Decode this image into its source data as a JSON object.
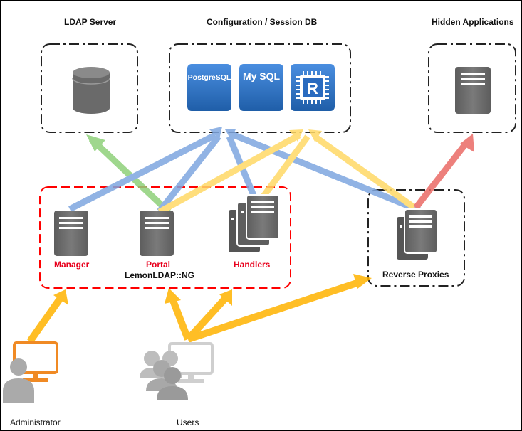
{
  "titles": {
    "ldap": "LDAP Server",
    "config": "Configuration / Session DB",
    "hidden": "Hidden Applications"
  },
  "databases": {
    "postgres": "PostgreSQL",
    "mysql": "My SQL",
    "redis": "R"
  },
  "components": {
    "manager": "Manager",
    "portal": "Portal",
    "handlers": "Handlers",
    "group": "LemonLDAP::NG",
    "reverse_proxies": "Reverse Proxies"
  },
  "actors": {
    "administrator": "Administrator",
    "users": "Users"
  },
  "colors": {
    "green": "#8fd17a",
    "blue": "#7ea6e0",
    "yellow": "#ffd966",
    "orange": "#ffb300",
    "red": "#ea6b66",
    "server": "#6e6e6e",
    "db_blue": "#2e6fbf",
    "dashed_red": "#ff0000"
  }
}
